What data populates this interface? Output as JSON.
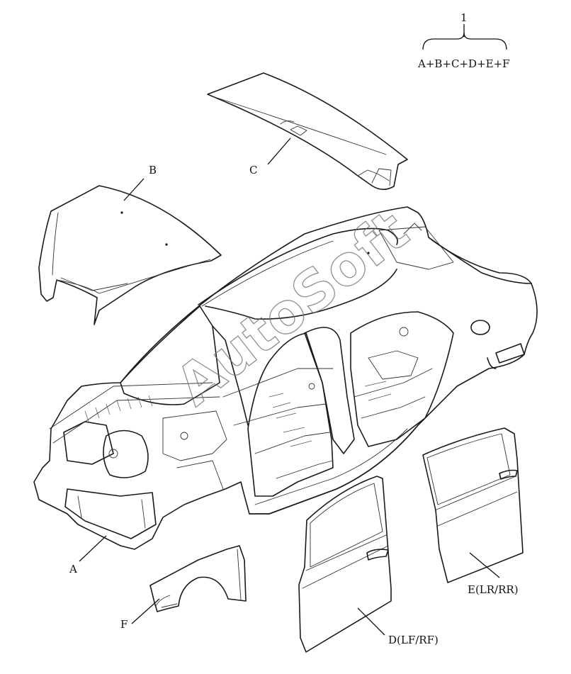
{
  "assembly": {
    "number": "1",
    "formula": "A+B+C+D+E+F"
  },
  "parts": {
    "A": "A",
    "B": "B",
    "C": "C",
    "D": "D(LF/RF)",
    "E": "E(LR/RR)",
    "F": "F"
  },
  "watermark": "AutoSoft",
  "colors": {
    "line": "#1a1a1a",
    "background": "#ffffff"
  }
}
